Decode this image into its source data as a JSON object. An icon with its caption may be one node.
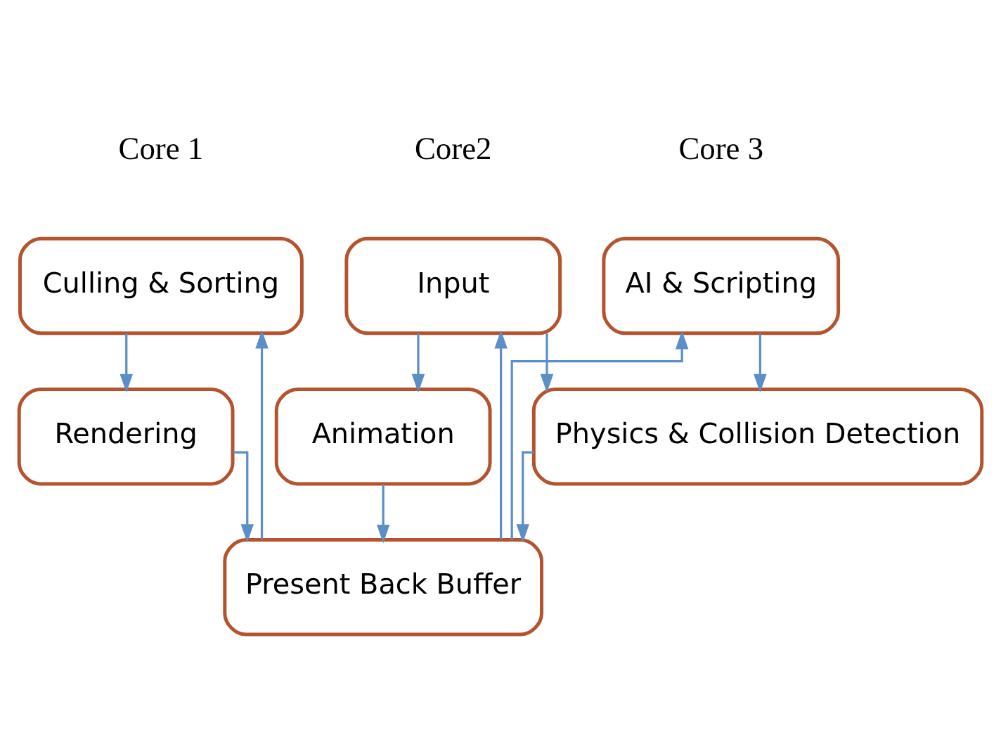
{
  "diagram": {
    "nodes": [
      {
        "text": [
          "Culling & Sorting"
        ]
      },
      {
        "text": [
          "Input"
        ]
      },
      {
        "text": [
          "AI & Scripting"
        ]
      },
      {
        "text": [
          "Rendering"
        ]
      },
      {
        "text": [
          "Animation"
        ]
      },
      {
        "text": [
          "Physics & Collision Detection"
        ]
      },
      {
        "text": [
          "Present Back Buffer"
        ]
      }
    ],
    "edges": [
      {
        "from": 6,
        "to": 0,
        "arrow": "to"
      },
      {
        "from": 6,
        "to": 1,
        "arrow": "to"
      },
      {
        "from": 6,
        "to": 2,
        "arrow": "to"
      },
      {
        "from": 0,
        "to": 3,
        "arrow": "to"
      },
      {
        "from": 1,
        "to": 4,
        "arrow": "to"
      },
      {
        "from": 1,
        "to": 5,
        "arrow": "to"
      },
      {
        "from": 2,
        "to": 5,
        "arrow": "to"
      },
      {
        "from": 3,
        "to": 6,
        "arrow": "to"
      },
      {
        "from": 4,
        "to": 6,
        "arrow": "to"
      },
      {
        "from": 5,
        "to": 6,
        "arrow": "to"
      }
    ],
    "labels": [
      "Core 1",
      "Core2",
      "Core 3"
    ]
  }
}
